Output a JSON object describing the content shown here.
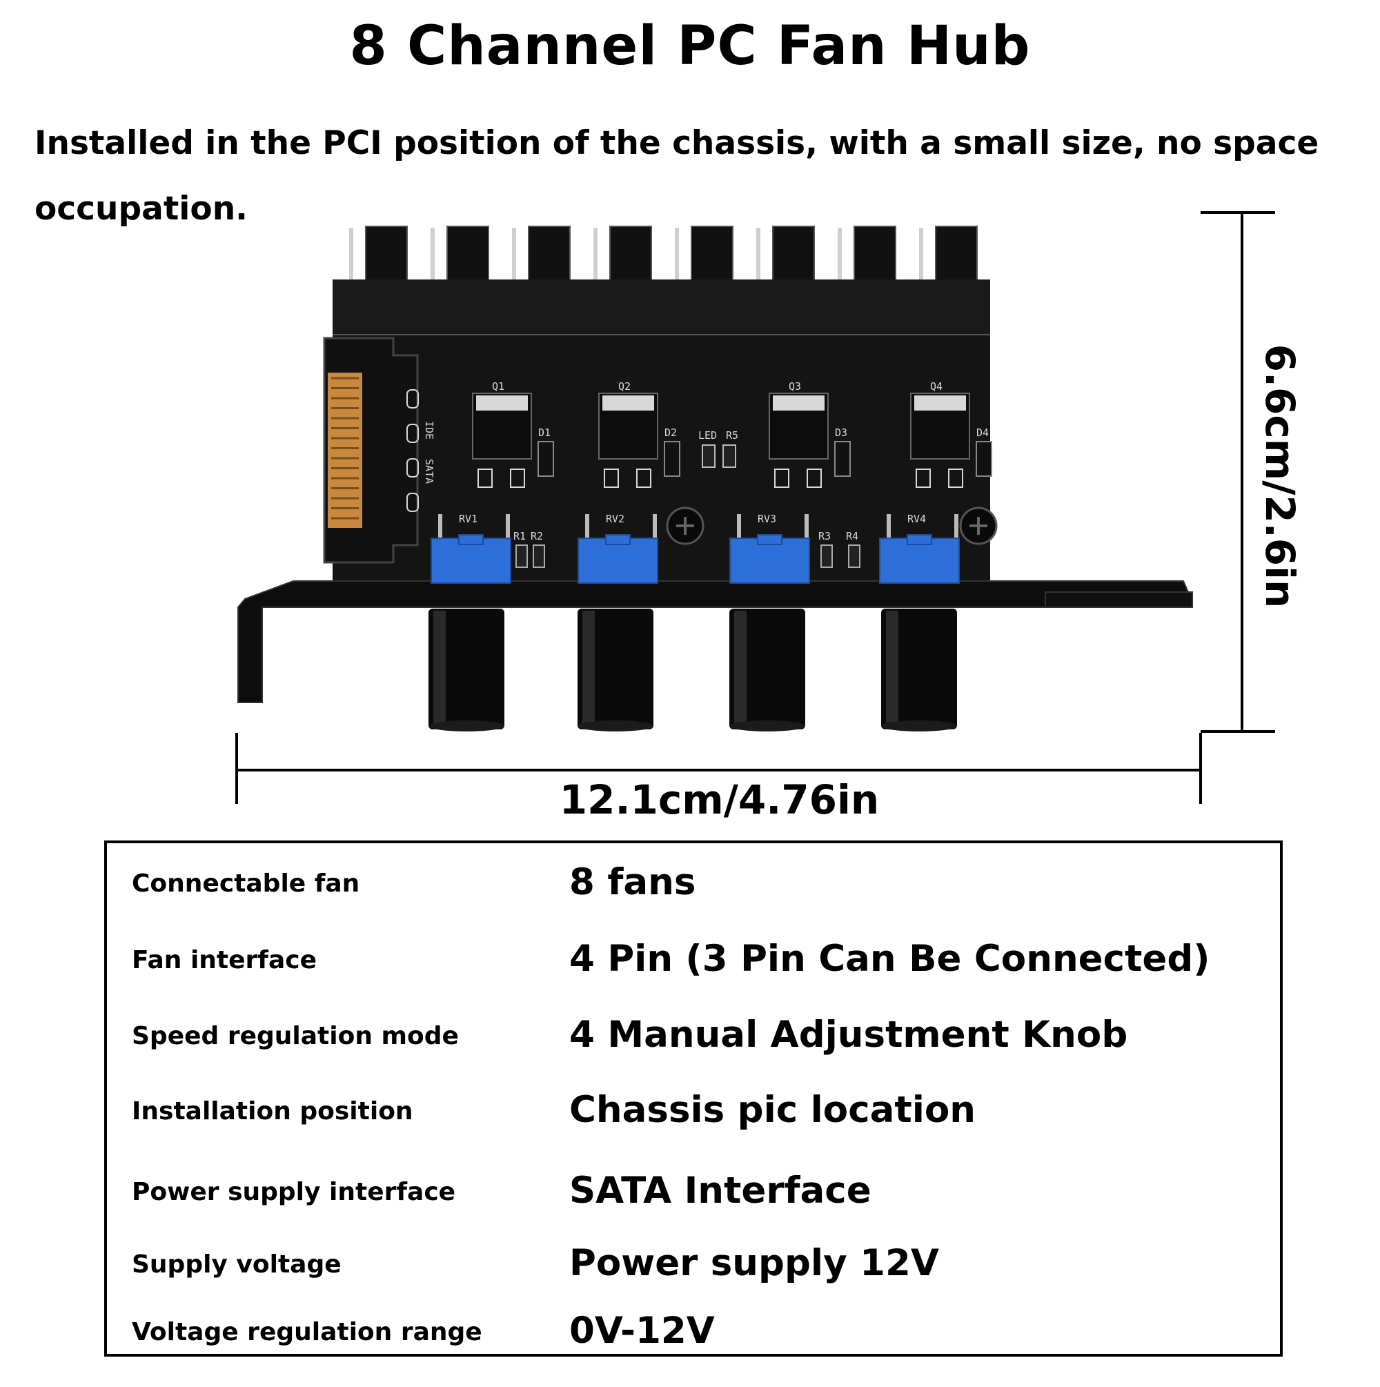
{
  "header": {
    "title": "8 Channel PC Fan Hub",
    "subtitle": "Installed in the PCI position of the chassis, with a small size, no space occupation."
  },
  "dimensions": {
    "width_label": "12.1cm/4.76in",
    "height_label": "6.6cm/2.6in"
  },
  "board": {
    "transistor_labels": [
      "Q1",
      "Q2",
      "Q3",
      "Q4"
    ],
    "diode_labels": [
      "D1",
      "D2",
      "D3",
      "D4"
    ],
    "pot_labels": [
      "RV1",
      "RV2",
      "RV3",
      "RV4"
    ],
    "resistor_labels": [
      "R1",
      "R2",
      "R3",
      "R4"
    ],
    "led_label": "LED",
    "r5_label": "R5",
    "power_labels": [
      "IDE",
      "SATA"
    ]
  },
  "specs": [
    {
      "label": "Connectable fan",
      "value": "8 fans"
    },
    {
      "label": "Fan interface",
      "value": "4 Pin (3 Pin Can Be Connected)"
    },
    {
      "label": "Speed regulation mode",
      "value": "4 Manual Adjustment Knob"
    },
    {
      "label": "Installation position",
      "value": "Chassis pic location"
    },
    {
      "label": "Power supply interface",
      "value": "SATA Interface"
    },
    {
      "label": "Supply voltage",
      "value": "Power supply 12V"
    },
    {
      "label": "Voltage regulation range",
      "value": "0V-12V"
    }
  ],
  "colors": {
    "pcb": "#141414",
    "knob_blue": "#2d6fd6",
    "sata_gold": "#c8893f",
    "silkscreen": "#d9d9d9"
  }
}
